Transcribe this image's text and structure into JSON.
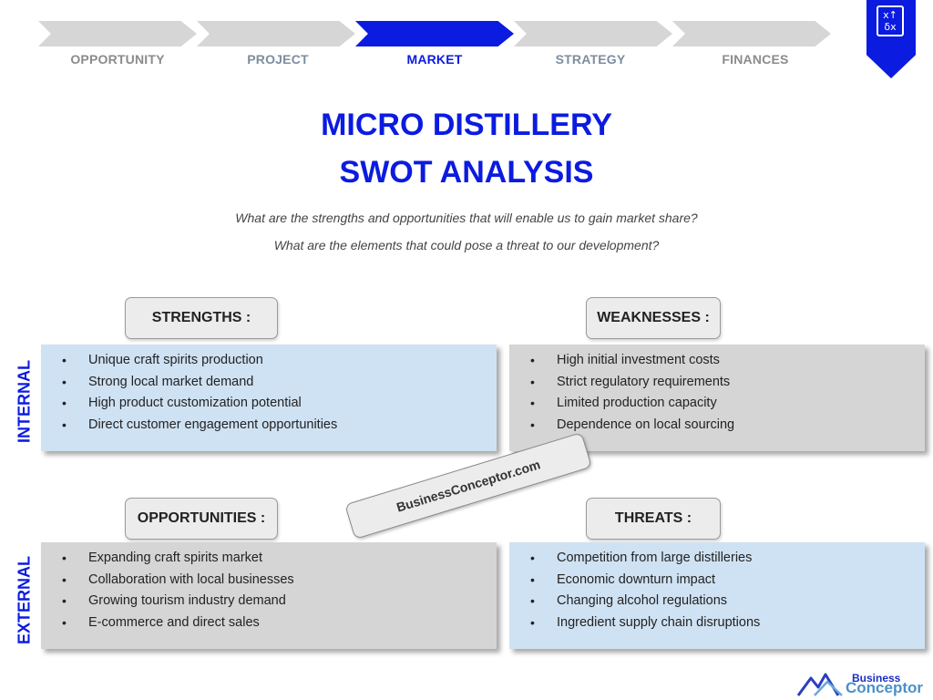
{
  "steps": [
    {
      "label": "OPPORTUNITY",
      "active": false
    },
    {
      "label": "PROJECT",
      "active": false
    },
    {
      "label": "MARKET",
      "active": true
    },
    {
      "label": "STRATEGY",
      "active": false
    },
    {
      "label": "FINANCES",
      "active": false
    }
  ],
  "bookmark_icon": "formula-icon",
  "title": {
    "line1": "MICRO DISTILLERY",
    "line2": "SWOT ANALYSIS"
  },
  "questions": [
    "What are the strengths and opportunities that will enable us to gain market share?",
    "What are the elements that could pose a threat to our development?"
  ],
  "side_labels": {
    "internal": "INTERNAL",
    "external": "EXTERNAL"
  },
  "strengths": {
    "header": "STRENGTHS :",
    "items": [
      "Unique craft spirits production",
      "Strong local market demand",
      "High product customization potential",
      "Direct customer engagement opportunities"
    ]
  },
  "weaknesses": {
    "header": "WEAKNESSES :",
    "items": [
      "High initial investment costs",
      "Strict regulatory requirements",
      "Limited production capacity",
      "Dependence on local sourcing"
    ]
  },
  "opportunities": {
    "header": "OPPORTUNITIES :",
    "items": [
      "Expanding craft spirits market",
      "Collaboration with local businesses",
      "Growing tourism industry demand",
      "E-commerce and direct sales"
    ]
  },
  "threats": {
    "header": "THREATS :",
    "items": [
      "Competition from large distilleries",
      "Economic downturn impact",
      "Changing alcohol regulations",
      "Ingredient supply chain disruptions"
    ]
  },
  "watermark": "BusinessConceptor.com",
  "logo": {
    "line1": "Business",
    "line2": "Conceptor"
  },
  "colors": {
    "accent": "#0b1be0",
    "blue_box": "#cfe2f3",
    "grey_box": "#d5d5d5"
  }
}
